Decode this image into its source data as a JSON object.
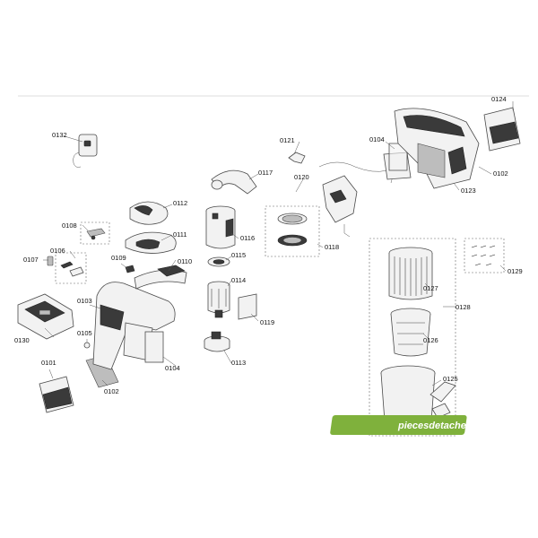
{
  "diagram": {
    "parts": [
      {
        "id": "0101",
        "label": "0101"
      },
      {
        "id": "0102a",
        "label": "0102"
      },
      {
        "id": "0102b",
        "label": "0102"
      },
      {
        "id": "0103",
        "label": "0103"
      },
      {
        "id": "0104a",
        "label": "0104"
      },
      {
        "id": "0104b",
        "label": "0104"
      },
      {
        "id": "0105",
        "label": "0105"
      },
      {
        "id": "0106",
        "label": "0106"
      },
      {
        "id": "0107",
        "label": "0107"
      },
      {
        "id": "0108",
        "label": "0108"
      },
      {
        "id": "0109",
        "label": "0109"
      },
      {
        "id": "0110",
        "label": "0110"
      },
      {
        "id": "0111",
        "label": "0111"
      },
      {
        "id": "0112",
        "label": "0112"
      },
      {
        "id": "0113",
        "label": "0113"
      },
      {
        "id": "0114",
        "label": "0114"
      },
      {
        "id": "0115",
        "label": "0115"
      },
      {
        "id": "0116",
        "label": "0116"
      },
      {
        "id": "0117",
        "label": "0117"
      },
      {
        "id": "0118",
        "label": "0118"
      },
      {
        "id": "0119",
        "label": "0119"
      },
      {
        "id": "0120",
        "label": "0120"
      },
      {
        "id": "0121",
        "label": "0121"
      },
      {
        "id": "0123",
        "label": "0123"
      },
      {
        "id": "0124",
        "label": "0124"
      },
      {
        "id": "0125",
        "label": "0125"
      },
      {
        "id": "0126",
        "label": "0126"
      },
      {
        "id": "0127",
        "label": "0127"
      },
      {
        "id": "0128",
        "label": "0128"
      },
      {
        "id": "0129",
        "label": "0129"
      },
      {
        "id": "0130",
        "label": "0130"
      },
      {
        "id": "0132",
        "label": "0132"
      }
    ],
    "watermark": "piecesdetachees.lec.com",
    "colors": {
      "watermark_bg": "#7fb13c",
      "line": "#4a4a4a"
    }
  }
}
